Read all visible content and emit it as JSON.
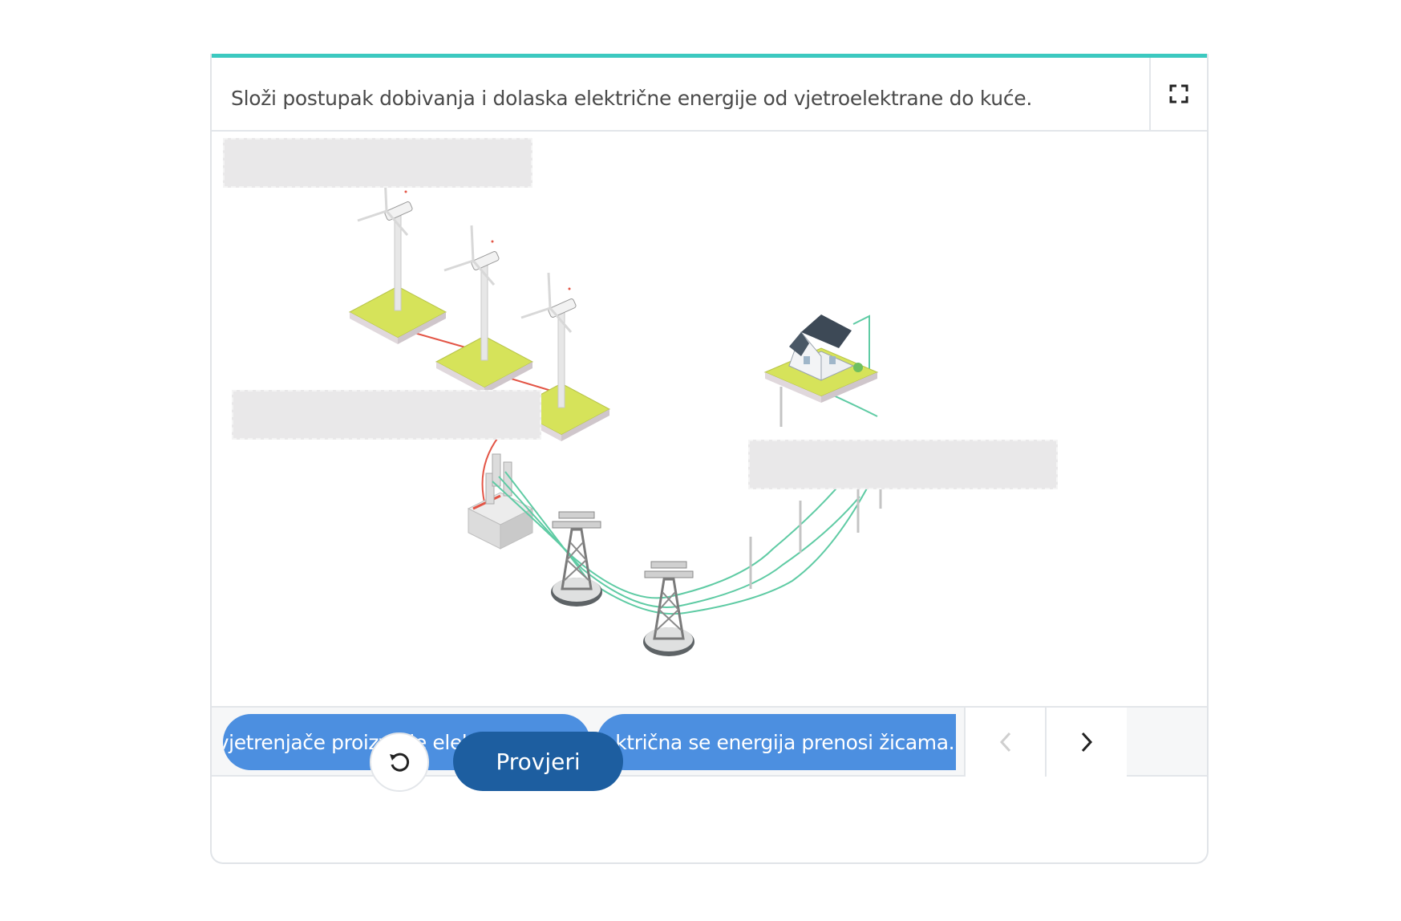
{
  "question": "Složi postupak dobivanja i dolaska električne energije od vjetroelektrane do kuće.",
  "icons": {
    "fullscreen": "fullscreen-icon",
    "prev": "chevron-left-icon",
    "next": "chevron-right-icon",
    "reset": "reset-icon"
  },
  "answers": [
    {
      "label": "vjetrenjače proizvode električnu ener..."
    },
    {
      "label": "električna se energija prenosi žicama..."
    }
  ],
  "buttons": {
    "check_label": "Provjeri"
  },
  "colors": {
    "accent": "#3cc9c0",
    "chip": "#4c8fe0",
    "primary": "#1d5ea0",
    "cable": "#5fcba4",
    "red_cable": "#e35546",
    "grass": "#d6e35a"
  }
}
